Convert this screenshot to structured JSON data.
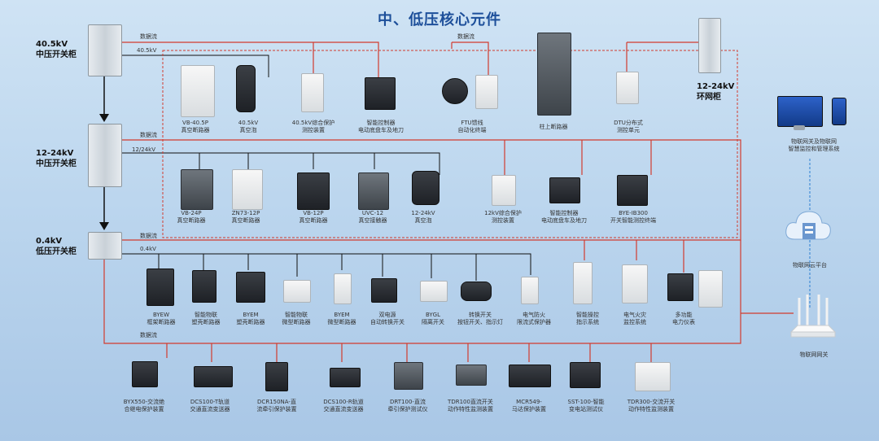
{
  "title": "中、低压核心元件",
  "cabinets": {
    "mv40": [
      "40.5kV",
      "中压开关柜"
    ],
    "mv12": [
      "12-24kV",
      "中压开关柜"
    ],
    "lv04": [
      "0.4kV",
      "低压开关柜"
    ],
    "ring": [
      "12-24kV",
      "环网柜"
    ]
  },
  "labels": {
    "dataflow": "数据流",
    "v40": "40.5kV",
    "v12": "12/24kV",
    "v04": "0.4kV"
  },
  "row1": [
    [
      "VB-40.5P",
      "真空断路器"
    ],
    [
      "40.5kV",
      "真空泡"
    ],
    [
      "40.5kV综合保护",
      "测控装置"
    ],
    [
      "智能控制器",
      "电动底盘车及地刀"
    ],
    [
      "FTU馈线",
      "自动化终端"
    ],
    [
      "柱上断路器"
    ],
    [
      "DTU分布式",
      "测控单元"
    ]
  ],
  "row2": [
    [
      "VB-24P",
      "真空断路器"
    ],
    [
      "ZN73-12P",
      "真空断路器"
    ],
    [
      "VB-12P",
      "真空断路器"
    ],
    [
      "UVC-12",
      "真空接触器"
    ],
    [
      "12-24kV",
      "真空泡"
    ],
    [
      "12kV综合保护",
      "测控装置"
    ],
    [
      "智能控制器",
      "电动底盘车及地刀"
    ],
    [
      "BYE-IB300",
      "开关智能测控终端"
    ]
  ],
  "row3": [
    [
      "BYEW",
      "框架断路器"
    ],
    [
      "智能物联",
      "塑壳断路器"
    ],
    [
      "BYEM",
      "塑壳断路器"
    ],
    [
      "智能物联",
      "微型断路器"
    ],
    [
      "BYEM",
      "微型断路器"
    ],
    [
      "双电源",
      "自动转换开关"
    ],
    [
      "BYGL",
      "隔离开关"
    ],
    [
      "转换开关",
      "按钮开关、指示灯"
    ],
    [
      "电气防火",
      "限流式保护器"
    ],
    [
      "智能操控",
      "指示系统"
    ],
    [
      "电气火灾",
      "监控系统"
    ],
    [
      "多功能",
      "电力仪表"
    ]
  ],
  "row4": [
    [
      "BYX550-交流绝",
      "合继电保护装置"
    ],
    [
      "DCS100-T轨道",
      "交通直流变送器"
    ],
    [
      "DCR150NA-直",
      "流牵引保护装置"
    ],
    [
      "DCS100-R轨道",
      "交通直流变送器"
    ],
    [
      "DRT100-直流",
      "牵引保护测试仪"
    ],
    [
      "TDR100直流开关",
      "动作特性监测装置"
    ],
    [
      "MCR549-",
      "马达保护装置"
    ],
    [
      "SST-100-智能",
      "变电站测试仪"
    ],
    [
      "TDR300-交流开关",
      "动作特性监测装置"
    ]
  ],
  "right": {
    "iot_system": [
      "物联网关及物联网",
      "智慧监控和管理系统"
    ],
    "cloud": [
      "物联网云平台"
    ],
    "gateway": [
      "物联网网关"
    ]
  }
}
